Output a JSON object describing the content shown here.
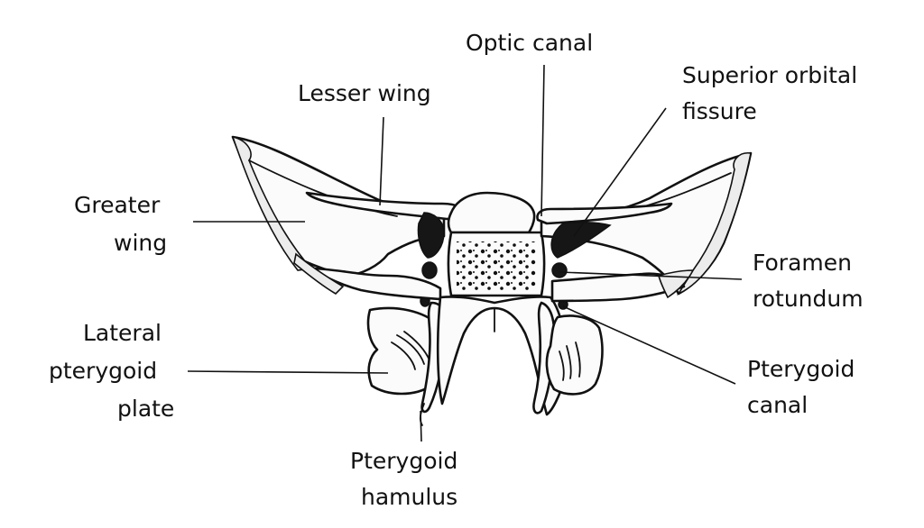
{
  "diagram": {
    "labels": {
      "optic_canal": "Optic canal",
      "lesser_wing": "Lesser wing",
      "superior_orbital_fissure_line1": "Superior orbital",
      "superior_orbital_fissure_line2": "fissure",
      "greater_wing_line1": "Greater",
      "greater_wing_line2": "wing",
      "foramen_rotundum_line1": "Foramen",
      "foramen_rotundum_line2": "rotundum",
      "lateral_pterygoid_plate_line1": "Lateral",
      "lateral_pterygoid_plate_line2": "pterygoid",
      "lateral_pterygoid_plate_line3": "plate",
      "pterygoid_canal_line1": "Pterygoid",
      "pterygoid_canal_line2": "canal",
      "pterygoid_hamulus_line1": "Pterygoid",
      "pterygoid_hamulus_line2": "hamulus"
    }
  }
}
